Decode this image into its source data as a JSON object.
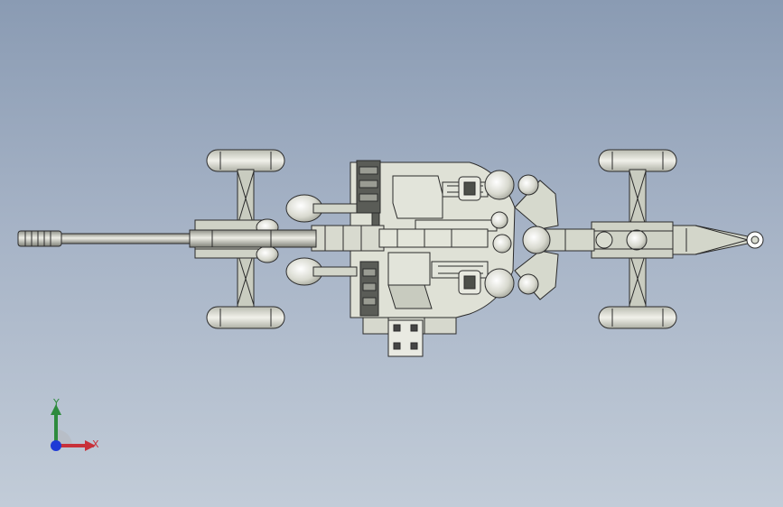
{
  "viewport": {
    "background_top": "#8a9bb3",
    "background_bottom": "#c2ccd8"
  },
  "model": {
    "subject": "towed-anti-aircraft-gun-top-view",
    "part_color": "#d9dcd0",
    "edge_color": "#2b2b2b",
    "tire_color": "#e4e4dc"
  },
  "triad": {
    "y_label": "Y",
    "x_label": "X",
    "y_color": "#2e8b3e",
    "x_color": "#c8313a",
    "z_color": "#1f3ad6"
  }
}
